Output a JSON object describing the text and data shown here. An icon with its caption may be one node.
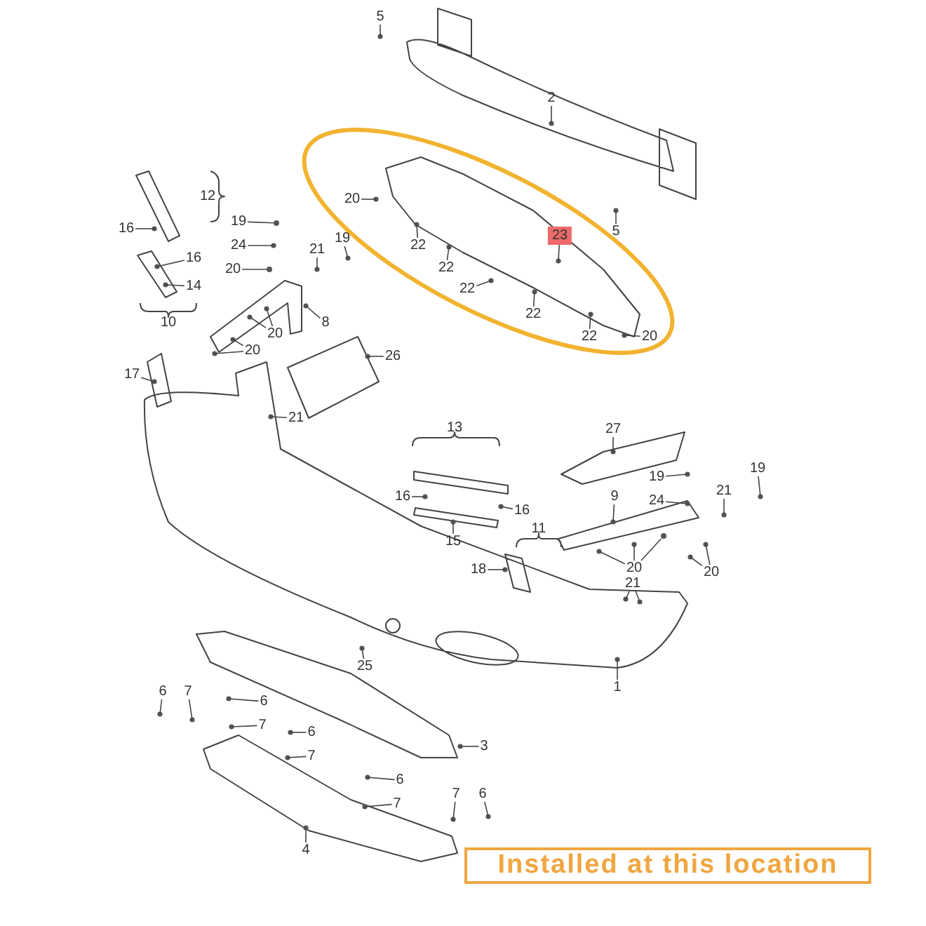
{
  "diagram": {
    "nodes": [
      {
        "text": [
          "5"
        ]
      },
      {
        "text": [
          "2"
        ]
      },
      {
        "text": [
          "20"
        ]
      },
      {
        "text": [
          "5"
        ]
      },
      {
        "text": [
          "23"
        ]
      },
      {
        "text": [
          "16"
        ]
      },
      {
        "text": [
          "19"
        ]
      },
      {
        "text": [
          "22"
        ]
      },
      {
        "text": [
          "24"
        ]
      },
      {
        "text": [
          "21"
        ]
      },
      {
        "text": [
          "19"
        ]
      },
      {
        "text": [
          "16"
        ]
      },
      {
        "text": [
          "20"
        ]
      },
      {
        "text": [
          "22"
        ]
      },
      {
        "text": [
          "14"
        ]
      },
      {
        "text": [
          "22"
        ]
      },
      {
        "text": [
          "22"
        ]
      },
      {
        "text": [
          "8"
        ]
      },
      {
        "text": [
          "20"
        ]
      },
      {
        "text": [
          "20"
        ]
      },
      {
        "text": [
          "22"
        ]
      },
      {
        "text": [
          "20"
        ]
      },
      {
        "text": [
          "26"
        ]
      },
      {
        "text": [
          "17"
        ]
      },
      {
        "text": [
          "21"
        ]
      },
      {
        "text": [
          "27"
        ]
      },
      {
        "text": [
          "19"
        ]
      },
      {
        "text": [
          "19"
        ]
      },
      {
        "text": [
          "16"
        ]
      },
      {
        "text": [
          "24"
        ]
      },
      {
        "text": [
          "21"
        ]
      },
      {
        "text": [
          "9"
        ]
      },
      {
        "text": [
          "16"
        ]
      },
      {
        "text": [
          "15"
        ]
      },
      {
        "text": [
          "18"
        ]
      },
      {
        "text": [
          "20"
        ]
      },
      {
        "text": [
          "20"
        ]
      },
      {
        "text": [
          "21"
        ]
      },
      {
        "text": [
          "25"
        ]
      },
      {
        "text": [
          "1"
        ]
      },
      {
        "text": [
          "6"
        ]
      },
      {
        "text": [
          "7"
        ]
      },
      {
        "text": [
          "6"
        ]
      },
      {
        "text": [
          "7"
        ]
      },
      {
        "text": [
          "6"
        ]
      },
      {
        "text": [
          "3"
        ]
      },
      {
        "text": [
          "7"
        ]
      },
      {
        "text": [
          "6"
        ]
      },
      {
        "text": [
          "7"
        ]
      },
      {
        "text": [
          "7"
        ]
      },
      {
        "text": [
          "6"
        ]
      },
      {
        "text": [
          "4"
        ]
      },
      {
        "text": [
          "Installed at this location"
        ]
      },
      {
        "text": [],
        "shape": "circle"
      },
      {
        "text": [],
        "shape": "circle"
      },
      {
        "text": [],
        "shape": "circle"
      }
    ],
    "edges": [
      {
        "from": 0,
        "to": null,
        "arrow": "none"
      },
      {
        "from": 1,
        "to": null,
        "arrow": "none"
      },
      {
        "from": 2,
        "to": null,
        "arrow": "none"
      },
      {
        "from": 3,
        "to": null,
        "arrow": "none"
      },
      {
        "from": 4,
        "to": null,
        "arrow": "none"
      },
      {
        "from": 5,
        "to": null,
        "arrow": "none"
      },
      {
        "from": 6,
        "to": 53,
        "arrow": "none"
      },
      {
        "from": 7,
        "to": null,
        "arrow": "none"
      },
      {
        "from": 8,
        "to": null,
        "arrow": "none"
      },
      {
        "from": 9,
        "to": null,
        "arrow": "none"
      },
      {
        "from": 10,
        "to": null,
        "arrow": "none"
      },
      {
        "from": 11,
        "to": null,
        "arrow": "none"
      },
      {
        "from": 12,
        "to": 54,
        "arrow": "none"
      },
      {
        "from": 13,
        "to": null,
        "arrow": "none"
      },
      {
        "from": 14,
        "to": null,
        "arrow": "none"
      },
      {
        "from": 15,
        "to": null,
        "arrow": "none"
      },
      {
        "from": 16,
        "to": null,
        "arrow": "none"
      },
      {
        "from": 17,
        "to": null,
        "arrow": "none"
      },
      {
        "from": 18,
        "to": null,
        "arrow": "none"
      },
      {
        "from": 18,
        "to": null,
        "arrow": "none"
      },
      {
        "from": 19,
        "to": null,
        "arrow": "none"
      },
      {
        "from": 19,
        "to": null,
        "arrow": "none"
      },
      {
        "from": 20,
        "to": null,
        "arrow": "none"
      },
      {
        "from": 21,
        "to": null,
        "arrow": "none"
      },
      {
        "from": 22,
        "to": null,
        "arrow": "none"
      },
      {
        "from": 23,
        "to": null,
        "arrow": "none"
      },
      {
        "from": 24,
        "to": null,
        "arrow": "none"
      },
      {
        "from": 25,
        "to": null,
        "arrow": "none"
      },
      {
        "from": 26,
        "to": null,
        "arrow": "none"
      },
      {
        "from": 27,
        "to": null,
        "arrow": "none"
      },
      {
        "from": 28,
        "to": null,
        "arrow": "none"
      },
      {
        "from": 29,
        "to": null,
        "arrow": "none"
      },
      {
        "from": 30,
        "to": null,
        "arrow": "none"
      },
      {
        "from": 31,
        "to": null,
        "arrow": "none"
      },
      {
        "from": 32,
        "to": null,
        "arrow": "none"
      },
      {
        "from": 33,
        "to": null,
        "arrow": "none"
      },
      {
        "from": 34,
        "to": null,
        "arrow": "none"
      },
      {
        "from": 35,
        "to": null,
        "arrow": "none"
      },
      {
        "from": 35,
        "to": null,
        "arrow": "none"
      },
      {
        "from": 35,
        "to": 55,
        "arrow": "none"
      },
      {
        "from": 36,
        "to": null,
        "arrow": "none"
      },
      {
        "from": 36,
        "to": null,
        "arrow": "none"
      },
      {
        "from": 37,
        "to": null,
        "arrow": "none"
      },
      {
        "from": 37,
        "to": null,
        "arrow": "none"
      },
      {
        "from": 38,
        "to": null,
        "arrow": "none"
      },
      {
        "from": 39,
        "to": null,
        "arrow": "none"
      },
      {
        "from": 40,
        "to": null,
        "arrow": "none"
      },
      {
        "from": 41,
        "to": null,
        "arrow": "none"
      },
      {
        "from": 42,
        "to": null,
        "arrow": "none"
      },
      {
        "from": 43,
        "to": null,
        "arrow": "none"
      },
      {
        "from": 44,
        "to": null,
        "arrow": "none"
      },
      {
        "from": 45,
        "to": null,
        "arrow": "none"
      },
      {
        "from": 46,
        "to": null,
        "arrow": "none"
      },
      {
        "from": 47,
        "to": null,
        "arrow": "none"
      },
      {
        "from": 48,
        "to": null,
        "arrow": "none"
      },
      {
        "from": 49,
        "to": null,
        "arrow": "none"
      },
      {
        "from": 50,
        "to": null,
        "arrow": "none"
      },
      {
        "from": 51,
        "to": null,
        "arrow": "none"
      }
    ],
    "labels": [
      "12",
      "10",
      "13",
      "11"
    ]
  }
}
